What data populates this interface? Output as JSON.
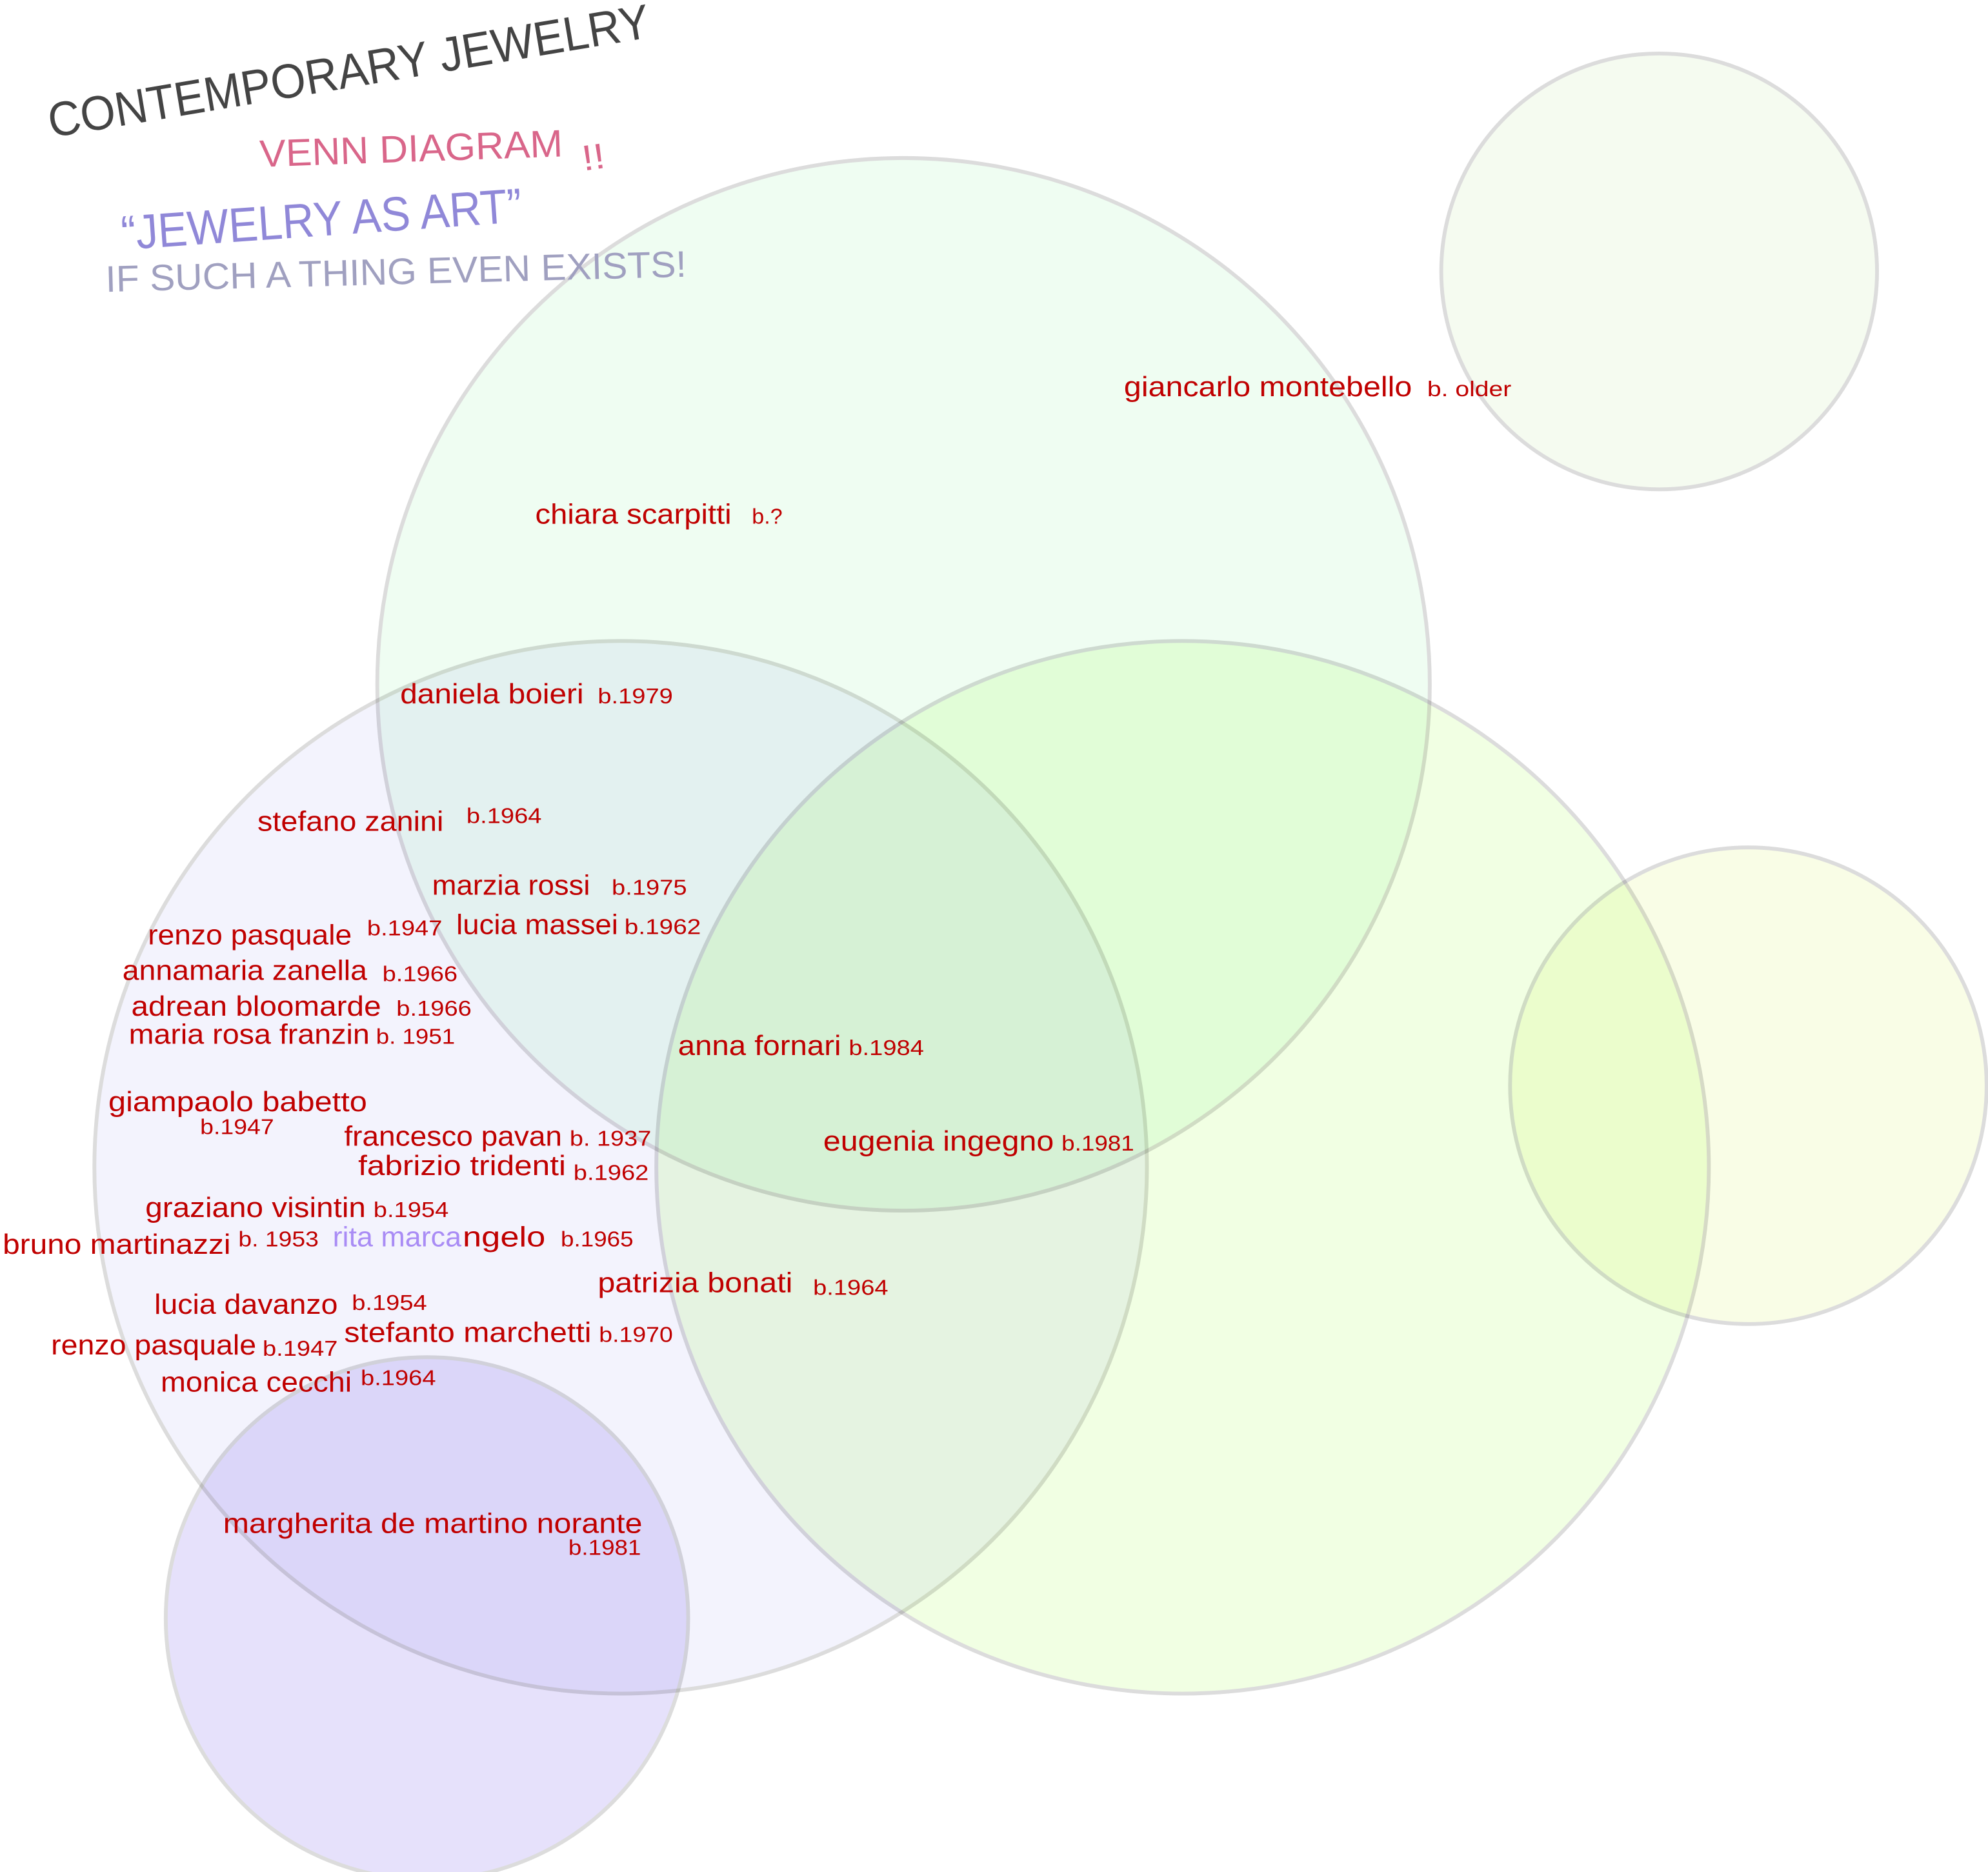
{
  "titles": {
    "main": "CONTEMPORARY JEWELRY",
    "sub": "VENN DIAGRAM",
    "exclaim": "!!",
    "quote": "“JEWELRY AS ART”",
    "tagline": "IF SUCH A THING EVEN EXISTS!"
  },
  "colors": {
    "title": "#444444",
    "sub": "#d9668a",
    "quote": "#9088d8",
    "tagline": "#a0a0c0",
    "label": "#c00000",
    "highlight": "#a98cf5",
    "circle_top": "#effdf2",
    "circle_top_right": "#f5fbf0",
    "circle_left": "#f3f3fd",
    "circle_right": "#f1ffe3",
    "circle_small_right": "#f9fde6",
    "circle_bottom": "#e6e1fb"
  },
  "labels": [
    {
      "name": "giancarlo montebello",
      "year": "b. older"
    },
    {
      "name": "chiara scarpitti",
      "year": "b.?"
    },
    {
      "name": "daniela boieri",
      "year": "b.1979"
    },
    {
      "name": "stefano zanini",
      "year": "b.1964"
    },
    {
      "name": "marzia rossi",
      "year": "b.1975"
    },
    {
      "name": "lucia massei",
      "year": "b.1962"
    },
    {
      "name": "renzo pasquale",
      "year": "b.1947"
    },
    {
      "name": "annamaria zanella",
      "year": "b.1966"
    },
    {
      "name": "adrean bloomarde",
      "year": "b.1966"
    },
    {
      "name": "maria rosa franzin",
      "year": "b. 1951"
    },
    {
      "name": "giampaolo babetto",
      "year": "b.1947"
    },
    {
      "name": "francesco pavan",
      "year": "b. 1937"
    },
    {
      "name": "fabrizio tridenti",
      "year": "b.1962"
    },
    {
      "name": "graziano visintin",
      "year": "b.1954"
    },
    {
      "name": "bruno martinazzi",
      "year": "b. 1953"
    },
    {
      "name": "anna fornari",
      "year": "b.1984"
    },
    {
      "name": "eugenia ingegno",
      "year": "b.1981"
    },
    {
      "name": "patrizia bonati",
      "year": "b.1964"
    },
    {
      "name": "lucia davanzo",
      "year": "b.1954"
    },
    {
      "name": "stefanto marchetti",
      "year": "b.1970"
    },
    {
      "name": "renzo pasquale",
      "year": "b.1947"
    },
    {
      "name": "monica cecchi",
      "year": "b.1964"
    },
    {
      "name": "margherita de martino norante",
      "year": "b.1981"
    }
  ],
  "split_label": {
    "highlight": "rita marca",
    "rest": "ngelo",
    "year": "b.1965"
  }
}
